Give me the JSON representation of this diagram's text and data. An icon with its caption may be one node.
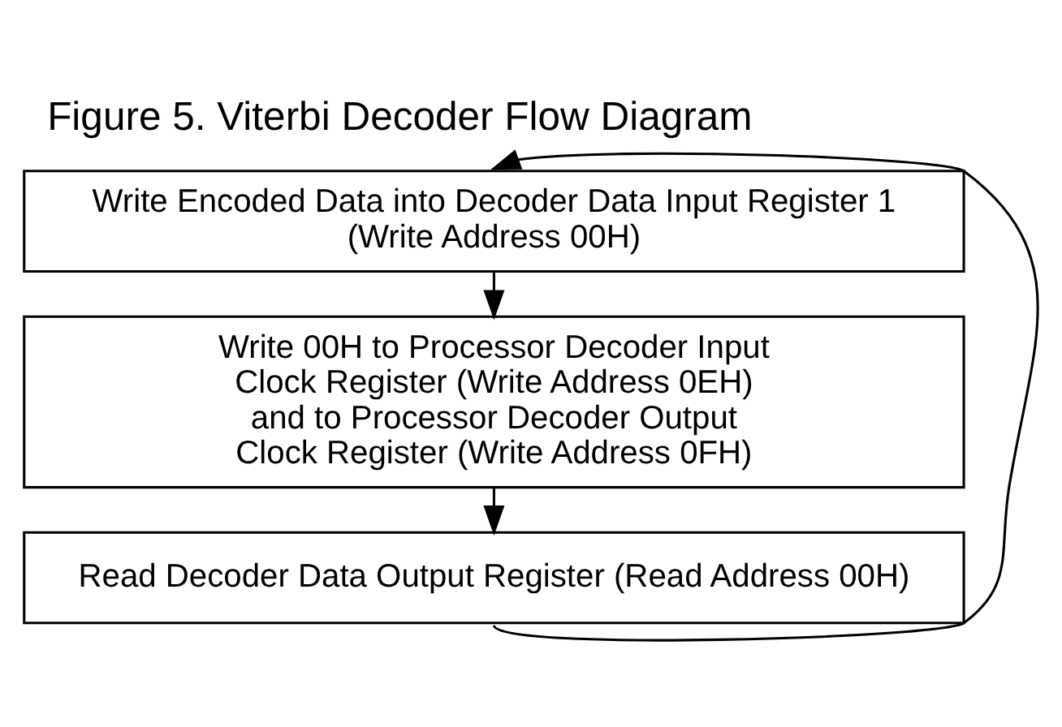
{
  "diagram": {
    "title": "Figure 5. Viterbi Decoder Flow Diagram",
    "nodes": [
      {
        "text": [
          "Write Encoded Data into Decoder Data Input Register 1 (Write Address 00H)"
        ]
      },
      {
        "text": [
          "Write 00H to Processor Decoder Input Clock Register (Write Address 0EH) and to Processor Decoder Output Clock Register (Write Address 0FH)"
        ]
      },
      {
        "text": [
          "Read Decoder Data Output Register (Read Address 00H)"
        ]
      }
    ],
    "edges": [
      {
        "from": 0,
        "to": 1,
        "arrow": "to"
      },
      {
        "from": 1,
        "to": 2,
        "arrow": "to"
      },
      {
        "from": 2,
        "to": 0,
        "arrow": "to"
      }
    ]
  }
}
